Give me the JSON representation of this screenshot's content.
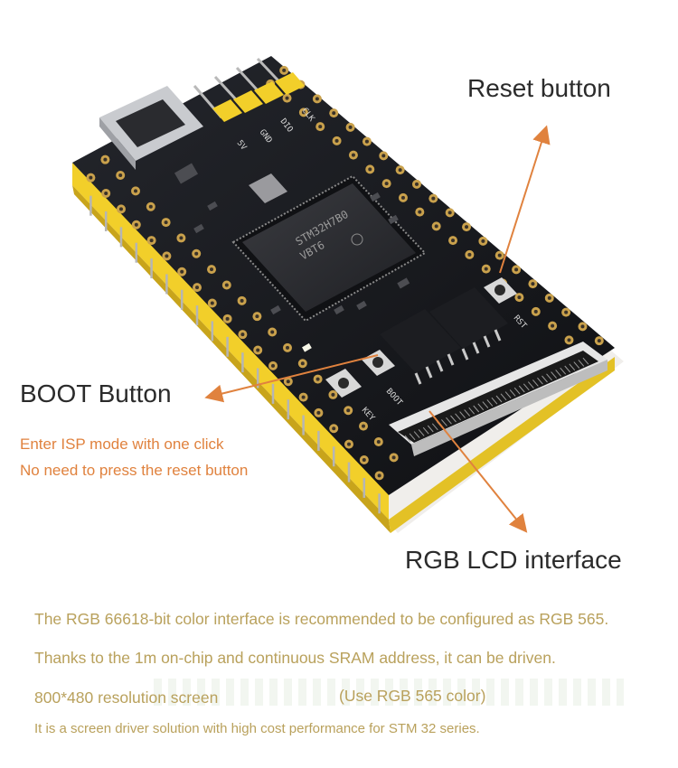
{
  "annotations": {
    "reset_button": "Reset button",
    "boot_button": "BOOT Button",
    "boot_desc_1": "Enter ISP mode with one click",
    "boot_desc_2": "No need to press the reset button",
    "rgb_lcd": "RGB LCD interface"
  },
  "board": {
    "chip_marking_1": "STM32H7B0",
    "chip_marking_2": "VBT6",
    "silk_rst": "RST",
    "silk_boot": "BOOT",
    "silk_key": "KEY",
    "silk_5v": "5V",
    "silk_gnd": "GND",
    "silk_dio": "DIO",
    "silk_clk": "CLK"
  },
  "captions": {
    "line1": "The RGB 66618-bit color interface is recommended to be configured as RGB 565.",
    "line2": "Thanks to the 1m on-chip and continuous SRAM address, it can be driven.",
    "line3": "800*480 resolution screen",
    "line3b": "(Use RGB 565 color)",
    "line4": "It is a screen driver solution with high cost performance for STM 32 series."
  },
  "colors": {
    "annotation_orange": "#e0823e",
    "caption_gold": "#b9a15c",
    "pcb_black": "#15161a",
    "header_yellow": "#f2cf2a",
    "pad_gold": "#c9a14c"
  }
}
